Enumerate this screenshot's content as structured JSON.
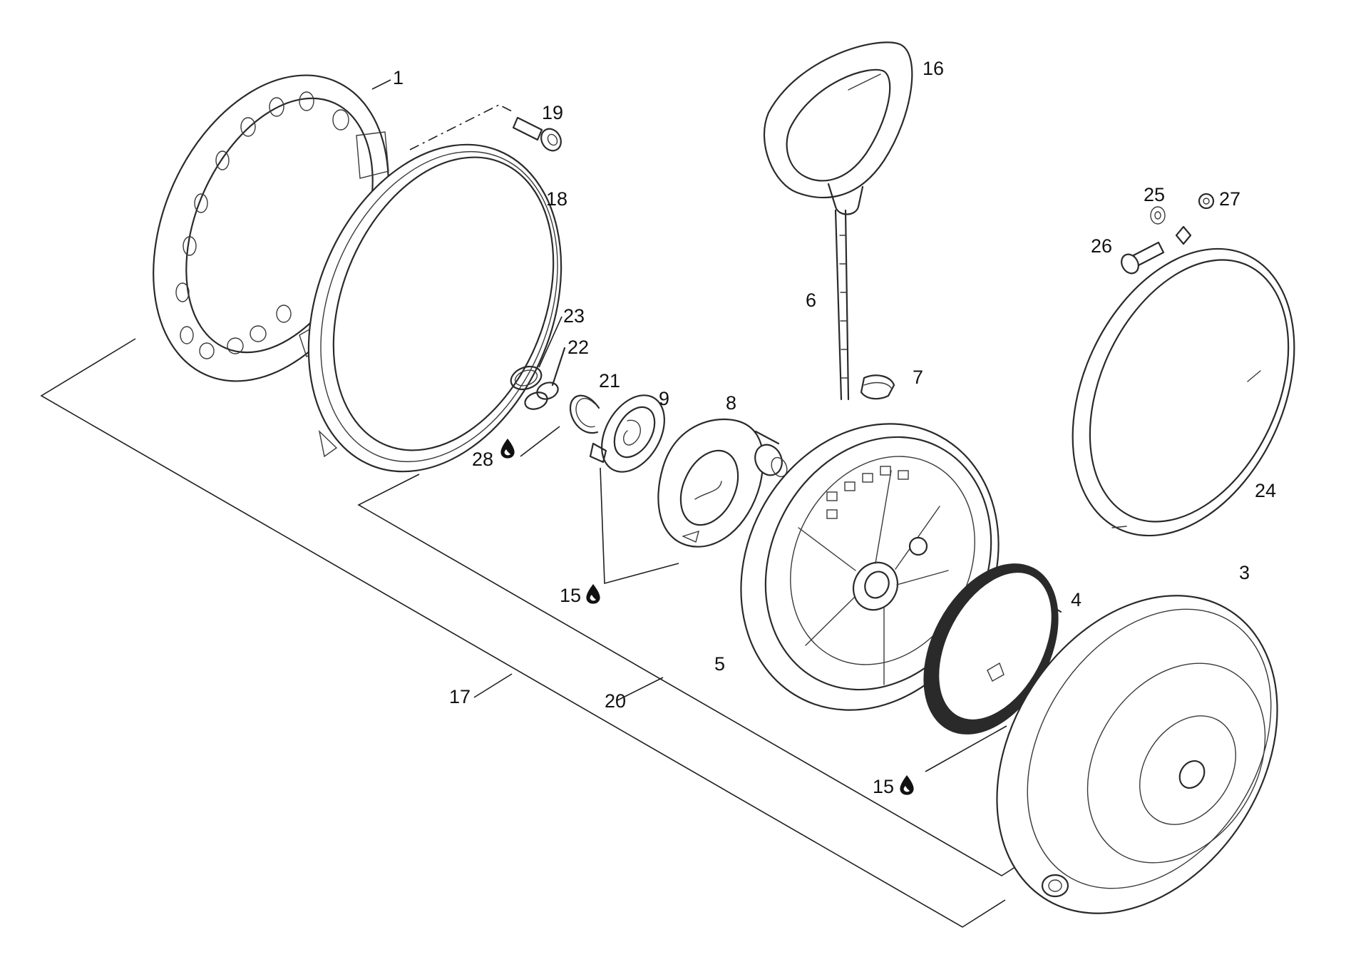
{
  "callouts": {
    "p1": "1",
    "p3": "3",
    "p4": "4",
    "p5": "5",
    "p6": "6",
    "p7": "7",
    "p8": "8",
    "p9": "9",
    "p15a": "15",
    "p15b": "15",
    "p16": "16",
    "p17": "17",
    "p18": "18",
    "p19": "19",
    "p20": "20",
    "p21": "21",
    "p22": "22",
    "p23": "23",
    "p24": "24",
    "p25": "25",
    "p26": "26",
    "p27": "27",
    "p28": "28"
  },
  "icons": {
    "lubricant": "oil-drop-icon"
  },
  "colors": {
    "line": "#2a2a2a",
    "background": "#ffffff"
  }
}
